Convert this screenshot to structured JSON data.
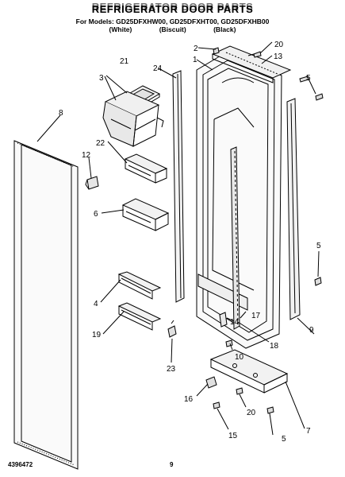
{
  "header": {
    "title": "REFRIGERATOR DOOR PARTS",
    "models_line": "For Models: GD25DFXHW00, GD25DFXHT00, GD25DFXHB00",
    "colors": [
      "(White)",
      "(Biscuit)",
      "(Black)"
    ]
  },
  "footer": {
    "doc_number": "4396472",
    "page_number": "9"
  },
  "callouts": [
    "1",
    "2",
    "3",
    "4",
    "5",
    "5",
    "5",
    "6",
    "7",
    "8",
    "9",
    "10",
    "12",
    "13",
    "14",
    "15",
    "16",
    "17",
    "18",
    "19",
    "20",
    "20",
    "21",
    "22",
    "23",
    "24"
  ],
  "colors": {
    "line": "#000000",
    "background": "#ffffff",
    "part_fill": "#f2f2f2"
  }
}
